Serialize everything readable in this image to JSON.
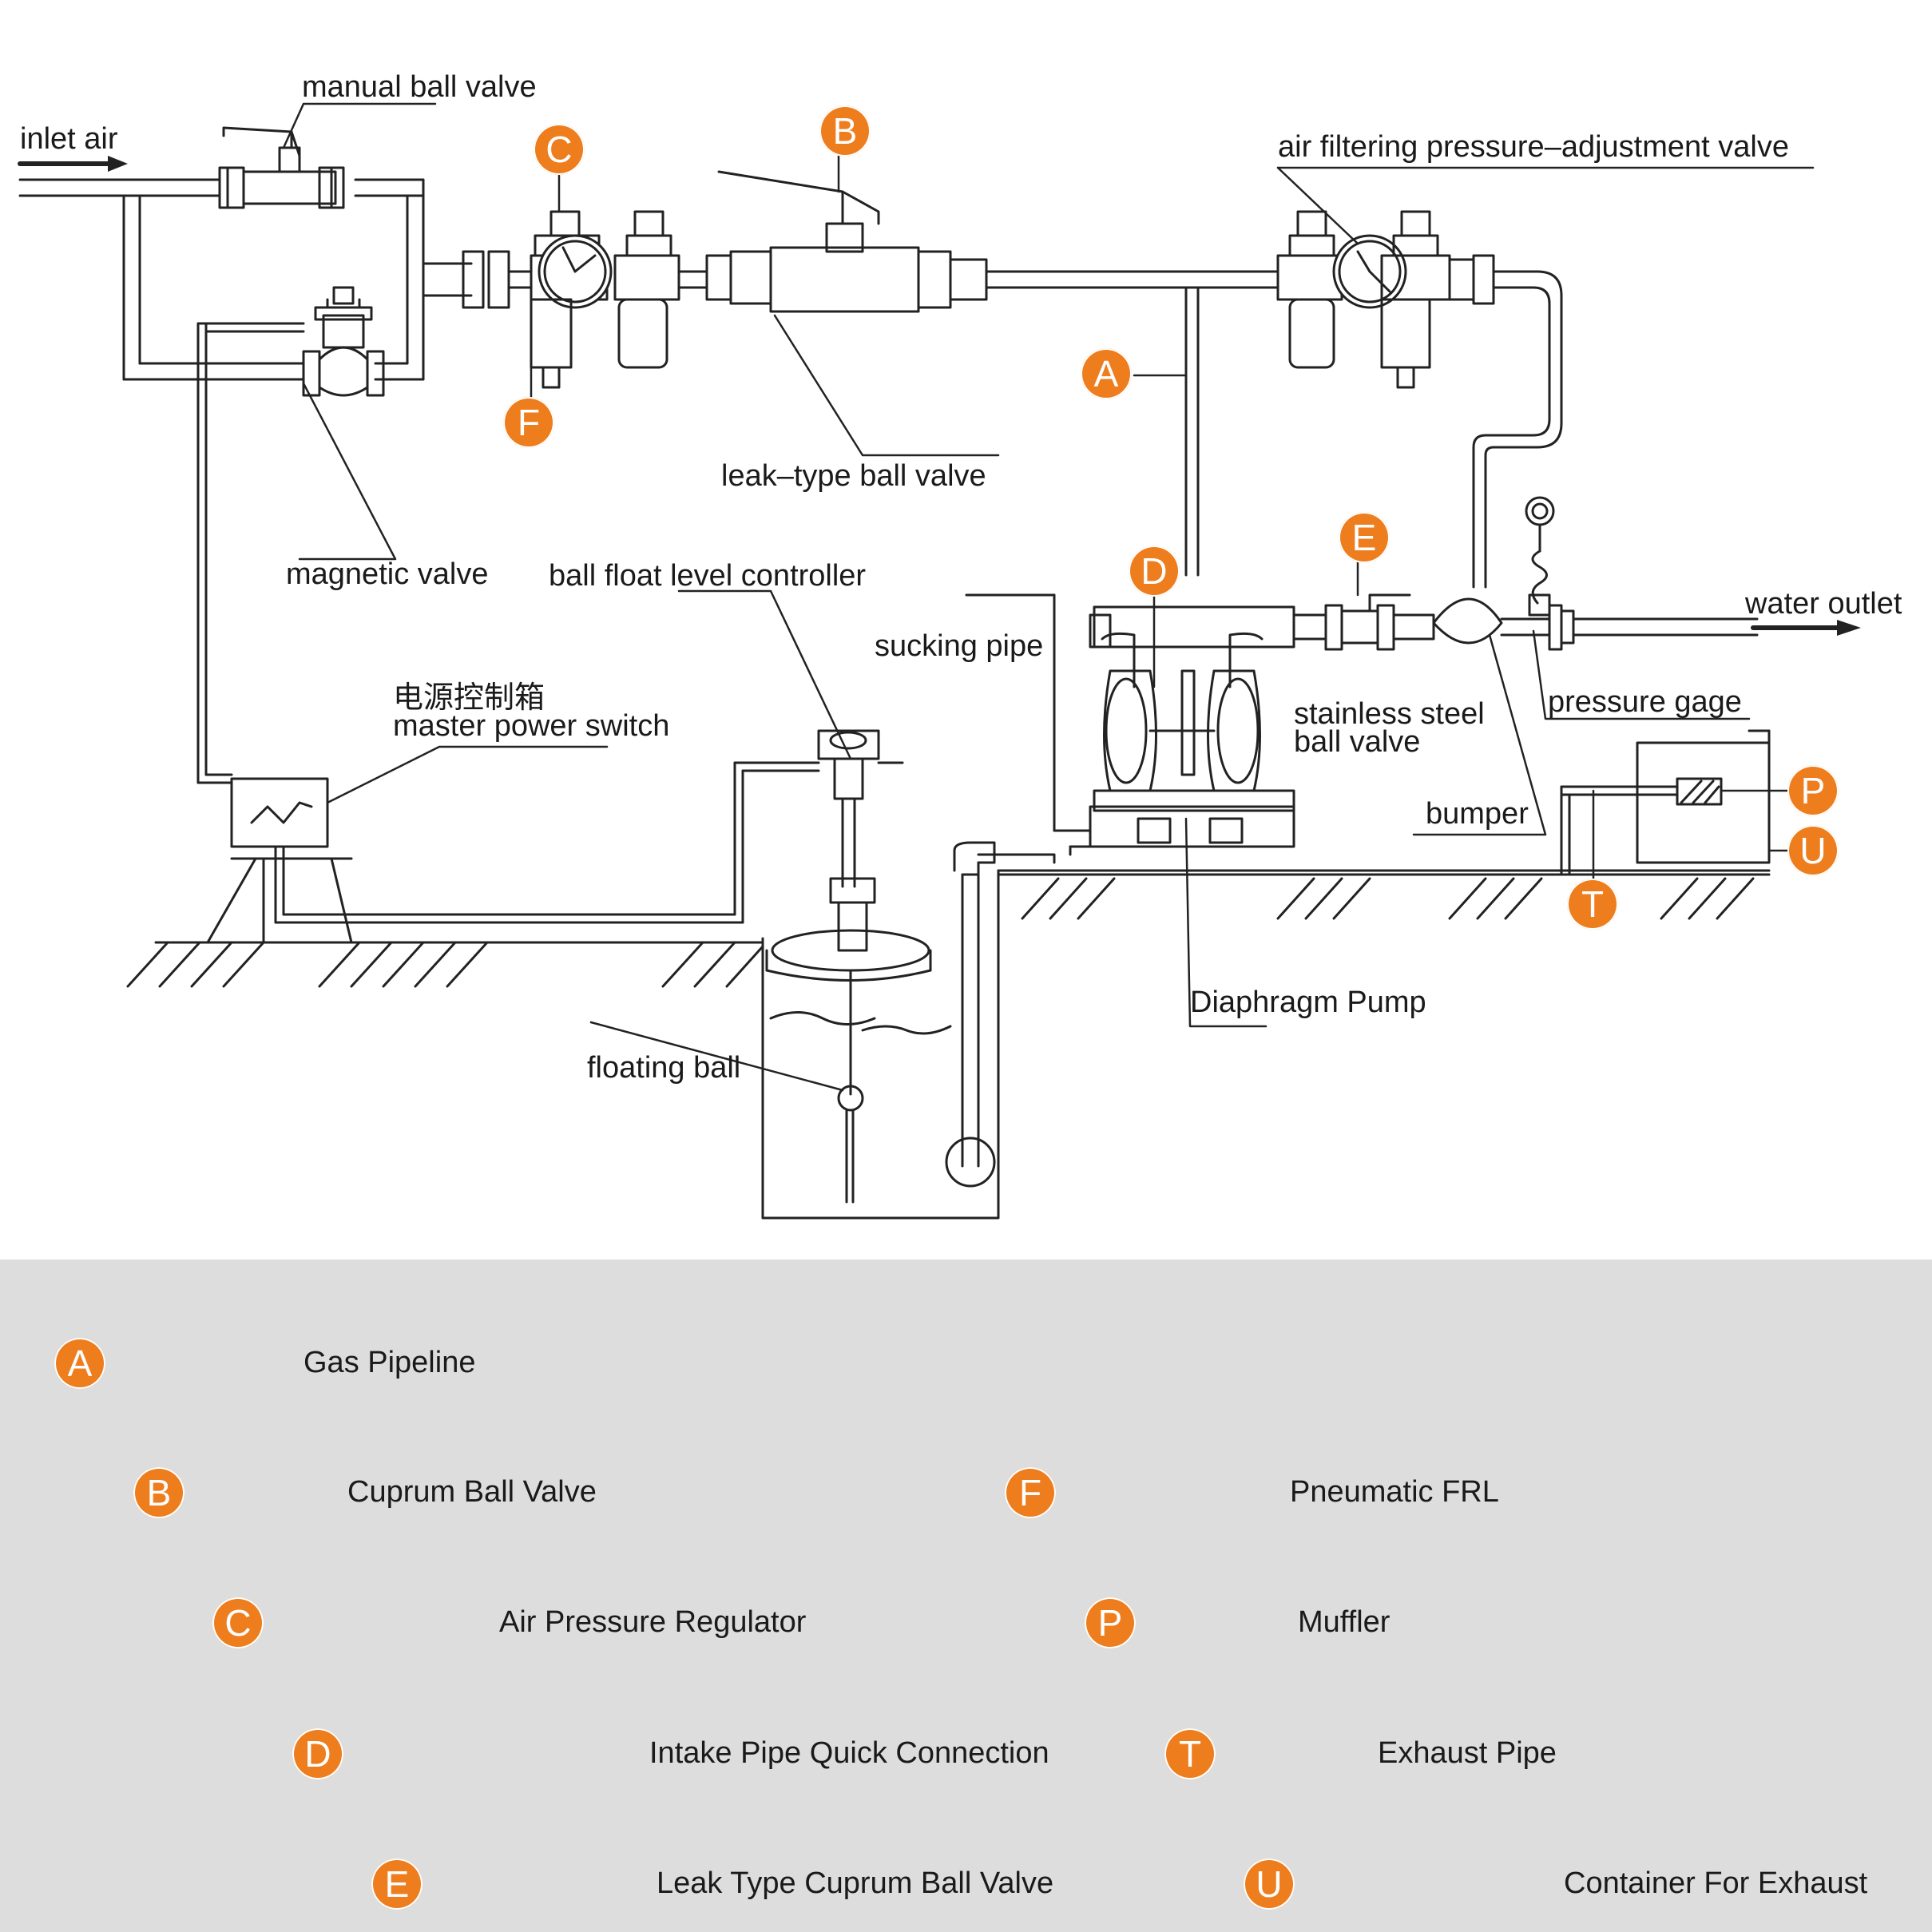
{
  "labels": {
    "inlet_air": "inlet air",
    "manual_ball_valve": "manual ball valve",
    "magnetic_valve": "magnetic valve",
    "leak_type_ball_valve": "leak–type ball valve",
    "air_filtering_valve": "air filtering pressure–adjustment valve",
    "ball_float_level_controller": "ball float level controller",
    "sucking_pipe": "sucking pipe",
    "power_switch_cn": "电源控制箱",
    "master_power_switch": "master power switch",
    "floating_ball": "floating ball",
    "diaphragm_pump": "Diaphragm Pump",
    "stainless_steel_ball_valve_1": "stainless steel",
    "stainless_steel_ball_valve_2": "ball valve",
    "bumper": "bumper",
    "pressure_gage": "pressure gage",
    "water_outlet": "water outlet"
  },
  "badges": {
    "A": "A",
    "B": "B",
    "C": "C",
    "D": "D",
    "E": "E",
    "F": "F",
    "P": "P",
    "T": "T",
    "U": "U"
  },
  "legend": {
    "A": {
      "letter": "A",
      "text": "Gas Pipeline"
    },
    "B": {
      "letter": "B",
      "text": "Cuprum Ball Valve"
    },
    "C": {
      "letter": "C",
      "text": "Air Pressure Regulator"
    },
    "D": {
      "letter": "D",
      "text": "Intake Pipe Quick Connection"
    },
    "E": {
      "letter": "E",
      "text": "Leak Type Cuprum Ball Valve"
    },
    "F": {
      "letter": "F",
      "text": "Pneumatic FRL"
    },
    "P": {
      "letter": "P",
      "text": "Muffler"
    },
    "T": {
      "letter": "T",
      "text": "Exhaust Pipe"
    },
    "U": {
      "letter": "U",
      "text": "Container For Exhaust"
    }
  },
  "colors": {
    "badge": "#ee7d1e",
    "legend_bg": "#dcdddc",
    "line": "#222222"
  }
}
